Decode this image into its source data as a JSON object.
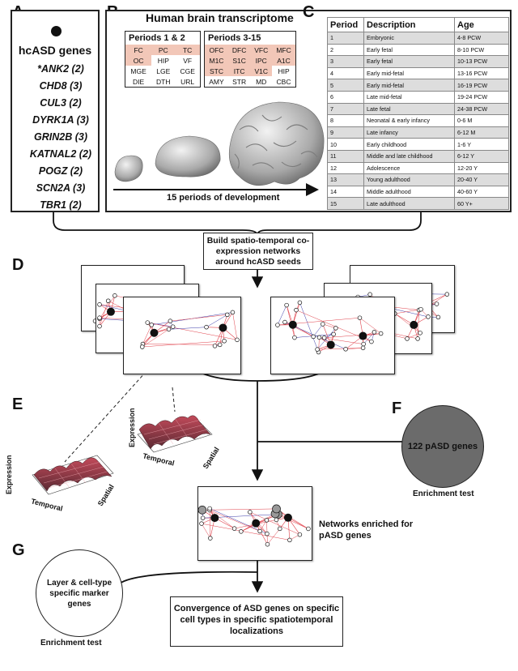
{
  "panel_letters": {
    "a": "A",
    "b": "B",
    "c": "C",
    "d": "D",
    "e": "E",
    "f": "F",
    "g": "G"
  },
  "panel_a": {
    "title": "hcASD genes",
    "genes": [
      "*ANK2 (2)",
      "CHD8 (3)",
      "CUL3 (2)",
      "DYRK1A (3)",
      "GRIN2B (3)",
      "KATNAL2 (2)",
      "POGZ (2)",
      "SCN2A (3)",
      "TBR1 (2)"
    ]
  },
  "panel_b": {
    "title": "Human brain transcriptome",
    "periods_1_2_title": "Periods 1 & 2",
    "periods_1_2_regions": [
      [
        "FC",
        "PC",
        "TC"
      ],
      [
        "OC",
        "HIP",
        "VF"
      ],
      [
        "MGE",
        "LGE",
        "CGE"
      ],
      [
        "DIE",
        "DTH",
        "URL"
      ]
    ],
    "periods_3_15_title": "Periods 3-15",
    "periods_3_15_regions": [
      [
        "OFC",
        "DFC",
        "VFC",
        "MFC"
      ],
      [
        "M1C",
        "S1C",
        "IPC",
        "A1C"
      ],
      [
        "STC",
        "ITC",
        "V1C",
        "HIP"
      ],
      [
        "AMY",
        "STR",
        "MD",
        "CBC"
      ]
    ],
    "arrow_label": "15 periods of development"
  },
  "panel_c": {
    "headers": [
      "Period",
      "Description",
      "Age"
    ],
    "rows": [
      [
        "1",
        "Embryonic",
        "4-8 PCW"
      ],
      [
        "2",
        "Early fetal",
        "8-10 PCW"
      ],
      [
        "3",
        "Early fetal",
        "10-13 PCW"
      ],
      [
        "4",
        "Early mid-fetal",
        "13-16 PCW"
      ],
      [
        "5",
        "Early mid-fetal",
        "16-19 PCW"
      ],
      [
        "6",
        "Late mid-fetal",
        "19-24 PCW"
      ],
      [
        "7",
        "Late fetal",
        "24-38 PCW"
      ],
      [
        "8",
        "Neonatal & early infancy",
        "0-6 M"
      ],
      [
        "9",
        "Late infancy",
        "6-12 M"
      ],
      [
        "10",
        "Early childhood",
        "1-6 Y"
      ],
      [
        "11",
        "Middle and late childhood",
        "6-12 Y"
      ],
      [
        "12",
        "Adolescence",
        "12-20 Y"
      ],
      [
        "13",
        "Young adulthood",
        "20-40 Y"
      ],
      [
        "14",
        "Middle adulthood",
        "40-60 Y"
      ],
      [
        "15",
        "Late adulthood",
        "60 Y+"
      ]
    ]
  },
  "flow": {
    "build_box": "Build spatio-temporal co-expression networks around hcASD seeds",
    "enriched_label": "Networks enriched for pASD genes",
    "convergence_box": "Convergence of ASD genes on specific cell types in specific spatiotemporal localizations"
  },
  "panel_e": {
    "axis_expression": "Expression",
    "axis_temporal": "Temporal",
    "axis_spatial": "Spatial"
  },
  "panel_f": {
    "circle_label": "122 pASD genes",
    "caption": "Enrichment test",
    "circle_color": "#6b6b6b"
  },
  "panel_g": {
    "circle_label": "Layer & cell-type specific marker genes",
    "caption": "Enrichment test"
  },
  "colors": {
    "highlight": "#f2c7b8",
    "edge_red": "#e0404a",
    "edge_blue": "#3a3aa8",
    "node_gray": "#999999"
  }
}
